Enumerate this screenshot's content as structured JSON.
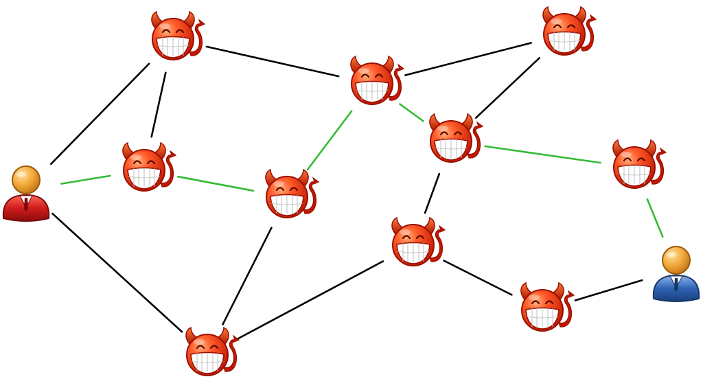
{
  "colors": {
    "background": "#ffffff",
    "plain_link": "#000000",
    "path_link": "#33bb33",
    "devil_face_light": "#ff5a2a",
    "devil_face_dark": "#c01800",
    "devil_outline": "#9a0f00",
    "teeth": "#ffffff",
    "user_head": "#f2a83a",
    "user_red": "#d01c1c",
    "user_blue": "#2f64b4"
  },
  "nodes": [
    {
      "id": "user-red",
      "kind": "user",
      "variant": "red",
      "icon": "user-red-icon"
    },
    {
      "id": "devil-1",
      "kind": "devil",
      "icon": "devil-face-icon"
    },
    {
      "id": "devil-2",
      "kind": "devil",
      "icon": "devil-face-icon"
    },
    {
      "id": "devil-3",
      "kind": "devil",
      "icon": "devil-face-icon"
    },
    {
      "id": "devil-4",
      "kind": "devil",
      "icon": "devil-face-icon"
    },
    {
      "id": "devil-5",
      "kind": "devil",
      "icon": "devil-face-icon"
    },
    {
      "id": "devil-6",
      "kind": "devil",
      "icon": "devil-face-icon"
    },
    {
      "id": "devil-7",
      "kind": "devil",
      "icon": "devil-face-icon"
    },
    {
      "id": "devil-8",
      "kind": "devil",
      "icon": "devil-face-icon"
    },
    {
      "id": "devil-9",
      "kind": "devil",
      "icon": "devil-face-icon"
    },
    {
      "id": "devil-10",
      "kind": "devil",
      "icon": "devil-face-icon"
    },
    {
      "id": "user-blue",
      "kind": "user",
      "variant": "blue",
      "icon": "user-blue-icon"
    }
  ],
  "edges": [
    {
      "from": "user-red",
      "to": "devil-1",
      "kind": "plain"
    },
    {
      "from": "devil-1",
      "to": "devil-2",
      "kind": "plain"
    },
    {
      "from": "devil-1",
      "to": "devil-4",
      "kind": "plain"
    },
    {
      "from": "devil-4",
      "to": "devil-5",
      "kind": "plain"
    },
    {
      "from": "devil-5",
      "to": "devil-6",
      "kind": "plain"
    },
    {
      "from": "devil-6",
      "to": "devil-9",
      "kind": "plain"
    },
    {
      "from": "devil-9",
      "to": "devil-10",
      "kind": "plain"
    },
    {
      "from": "devil-10",
      "to": "user-blue",
      "kind": "plain"
    },
    {
      "from": "user-red",
      "to": "devil-3",
      "kind": "plain"
    },
    {
      "from": "devil-3",
      "to": "devil-8",
      "kind": "plain"
    },
    {
      "from": "devil-3",
      "to": "devil-9",
      "kind": "plain"
    },
    {
      "from": "user-red",
      "to": "devil-2",
      "kind": "path"
    },
    {
      "from": "devil-2",
      "to": "devil-8",
      "kind": "path"
    },
    {
      "from": "devil-8",
      "to": "devil-4",
      "kind": "path"
    },
    {
      "from": "devil-4",
      "to": "devil-6",
      "kind": "path"
    },
    {
      "from": "devil-6",
      "to": "devil-7",
      "kind": "path"
    },
    {
      "from": "devil-7",
      "to": "user-blue",
      "kind": "path"
    }
  ]
}
